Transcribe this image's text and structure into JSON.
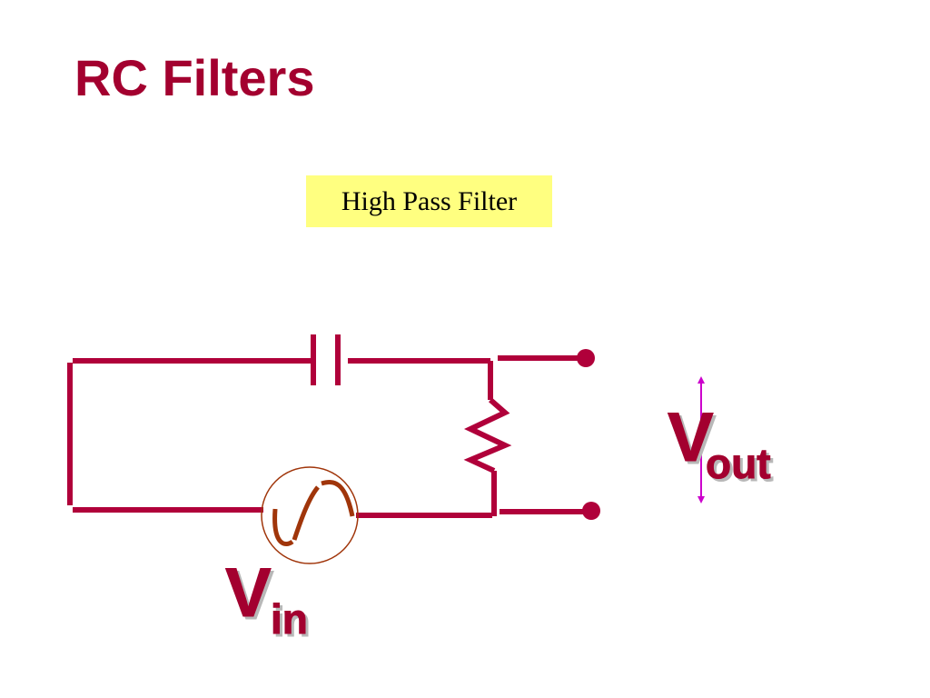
{
  "slide": {
    "title": "RC Filters",
    "filter_label": "High Pass Filter",
    "vin": {
      "symbol": "V",
      "subscript": "in"
    },
    "vout": {
      "symbol": "V",
      "subscript": "out"
    }
  },
  "colors": {
    "title": "#a3002f",
    "wire": "#b0003a",
    "source_symbol": "#a0350a",
    "measure_arrow": "#cc00cc",
    "label_background": "#ffff80"
  },
  "components": {
    "capacitor": "capacitor-icon",
    "resistor": "resistor-icon",
    "source": "ac-source-icon",
    "terminals": "terminal-dot-icon"
  }
}
